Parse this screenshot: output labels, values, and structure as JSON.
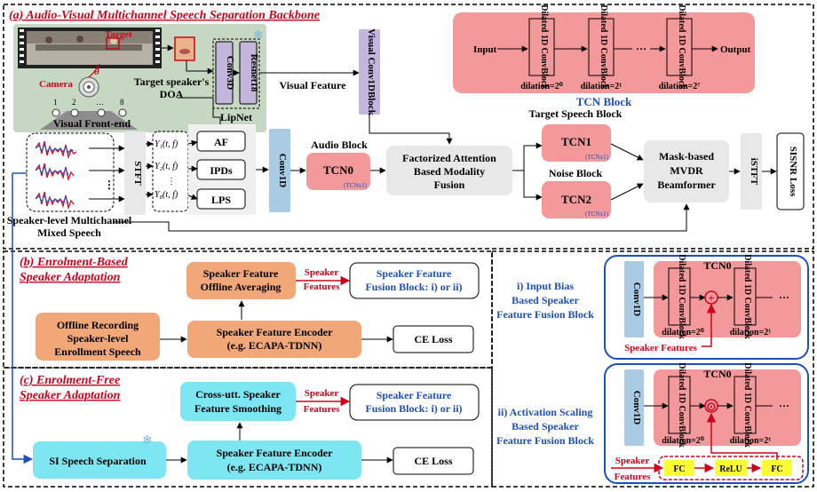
{
  "sections": {
    "a_title": "(a) Audio-Visual Multichannel Speech Separation Backbone",
    "b_title_line1": "(b) Enrolment-Based",
    "b_title_line2": "Speaker Adaptation",
    "c_title_line1": "(c) Enrolment-Free",
    "c_title_line2": "Speaker Adaptation"
  },
  "visual_frontend": {
    "target_label": "Target",
    "camera_label": "Camera",
    "theta_label": "θ",
    "mic_labels": [
      "1",
      "2",
      "…",
      "8"
    ],
    "caption": "Visual Front-end",
    "doa_line1": "Target speaker's",
    "doa_line2": "DOA",
    "conv3d_label": "Conv3D",
    "resnet_label": "Resnet18",
    "lipnet_label": "LipNet",
    "visual_feature_label": "Visual Feature",
    "visual_block_label": "Visual Conv1DBlock"
  },
  "tcn_block": {
    "title": "TCN Block",
    "input_label": "Input",
    "output_label": "Output",
    "block_label": "Dilated 1D ConvBlock",
    "dots": "···",
    "dilations": [
      "dilation=2⁰",
      "dilation=2¹",
      "dilation=2⁷"
    ]
  },
  "audio_path": {
    "mixed_speech_line1": "Speaker-level Multichannel",
    "mixed_speech_line2": "Mixed Speech",
    "stft_label": "STFT",
    "spec_labels": [
      "Y₁(t, f)",
      "Y₂(t, f)",
      "⋮",
      "Y₈(t, f)"
    ],
    "features": [
      "AF",
      "IPDs",
      "LPS"
    ],
    "conv1d_label": "Conv1D",
    "audio_block_label": "Audio Block",
    "tcn0_label": "TCN0",
    "tcn0_sub": "(TCNx1)",
    "fusion_line1": "Factorized Attention",
    "fusion_line2": "Based Modality",
    "fusion_line3": "Fusion",
    "target_block_label": "Target Speech Block",
    "tcn1_label": "TCN1",
    "noise_block_label": "Noise Block",
    "tcn2_label": "TCN2",
    "tcn_sub": "(TCNx1)",
    "mvdr_line1": "Mask-based",
    "mvdr_line2": "MVDR",
    "mvdr_line3": "Beamformer",
    "istft_label": "iSTFT",
    "loss_label": "SISNR Loss"
  },
  "enrolment": {
    "averaging_line1": "Speaker Feature",
    "averaging_line2": "Offline Averaging",
    "features_arrow_line1": "Speaker",
    "features_arrow_line2": "Features",
    "fusion_target_line1": "Speaker Feature",
    "fusion_target_line2": "Fusion Block: i) or ii)",
    "recording_line1": "Offline Recording",
    "recording_line2": "Speaker-level",
    "recording_line3": "Enrollment Speech",
    "encoder_line1": "Speaker Feature Encoder",
    "encoder_line2": "(e.g.  ECAPA-TDNN)",
    "ce_loss": "CE Loss"
  },
  "enrolment_free": {
    "smoothing_line1": "Cross-utt. Speaker",
    "smoothing_line2": "Feature Smoothing",
    "features_arrow_line1": "Speaker",
    "features_arrow_line2": "Features",
    "fusion_target_line1": "Speaker Feature",
    "fusion_target_line2": "Fusion Block: i) or ii)",
    "si_label": "SI Speech Separation",
    "encoder_line1": "Speaker Feature Encoder",
    "encoder_line2": "(e.g.  ECAPA-TDNN)",
    "ce_loss": "CE Loss"
  },
  "fusion_i": {
    "caption_line1": "i) Input Bias",
    "caption_line2": "Based Speaker",
    "caption_line3": "Feature Fusion Block",
    "conv1d_label": "Conv1D",
    "tcn0_label": "TCN0",
    "block_label": "Dilated 1D ConvBlock",
    "dots": "···",
    "dilations": [
      "dilation=2⁰",
      "dilation=2¹"
    ],
    "speaker_features_label": "Speaker Features",
    "op_symbol": "+"
  },
  "fusion_ii": {
    "caption_line1": "ii) Activation Scaling",
    "caption_line2": "Based Speaker",
    "caption_line3": "Feature Fusion Block",
    "conv1d_label": "Conv1D",
    "tcn0_label": "TCN0",
    "block_label": "Dilated 1D ConvBlock",
    "dots": "···",
    "dilations": [
      "dilation=2⁰",
      "dilation=2¹"
    ],
    "speaker_label": "Speaker",
    "features_label": "Features",
    "op_symbol": "⊙",
    "fc1": "FC",
    "relu": "ReLU",
    "fc2": "FC"
  },
  "colors": {
    "section_title_red": "#d0021b",
    "caption_blue": "#1f4fbf",
    "tcn_pink": "#f4999b",
    "tcn_light": "#f9c7c8",
    "orange_box": "#f2a779",
    "cyan_box": "#7de6f2",
    "conv_blue": "#a9cbe3",
    "gray_box": "#e8e8e8",
    "frontend_green": "#c6d8c1",
    "visual_block_purple": "#c4b5dd",
    "fc_yellow": "#ffff33"
  }
}
